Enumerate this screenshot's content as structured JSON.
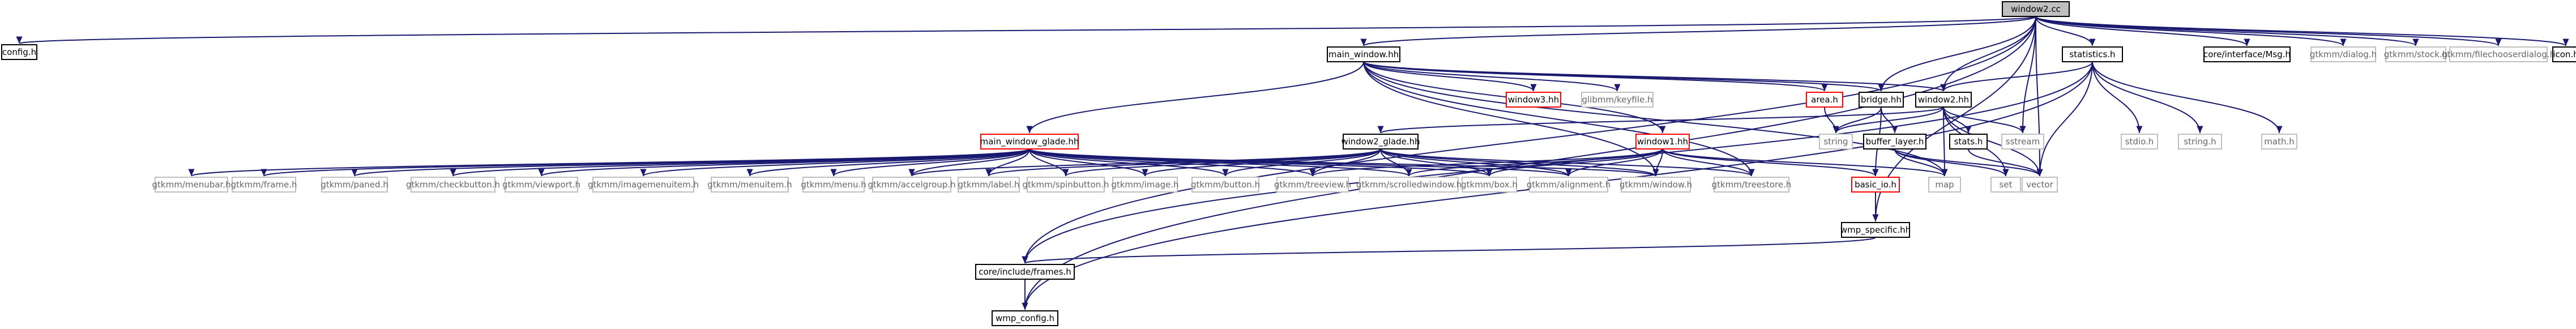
{
  "colors": {
    "edge": "#191970",
    "documented_border": "#000000",
    "undocumented_border": "#ff0000",
    "external_border": "#bfbfbf",
    "root_fill": "#bfbfbf",
    "text": "#000000",
    "external_text": "#666666"
  },
  "nodes": [
    {
      "id": "root",
      "label": "window2.cc",
      "kind": "root"
    },
    {
      "id": "config",
      "label": "config.h",
      "kind": "documented"
    },
    {
      "id": "main_window",
      "label": "main_window.hh",
      "kind": "documented"
    },
    {
      "id": "statistics",
      "label": "statistics.h",
      "kind": "documented"
    },
    {
      "id": "core_msg",
      "label": "core/interface/Msg.h",
      "kind": "documented"
    },
    {
      "id": "gtkmm_dialog",
      "label": "gtkmm/dialog.h",
      "kind": "external"
    },
    {
      "id": "gtkmm_stock",
      "label": "gtkmm/stock.h",
      "kind": "external"
    },
    {
      "id": "gtkmm_filechooser",
      "label": "gtkmm/filechooserdialog.h",
      "kind": "external"
    },
    {
      "id": "icon",
      "label": "icon.h",
      "kind": "documented"
    },
    {
      "id": "window3",
      "label": "window3.hh",
      "kind": "undocumented"
    },
    {
      "id": "glibmm_keyfile",
      "label": "glibmm/keyfile.h",
      "kind": "external"
    },
    {
      "id": "area",
      "label": "area.h",
      "kind": "undocumented"
    },
    {
      "id": "bridge",
      "label": "bridge.hh",
      "kind": "documented"
    },
    {
      "id": "window2_hh",
      "label": "window2.hh",
      "kind": "documented"
    },
    {
      "id": "stdio",
      "label": "stdio.h",
      "kind": "external"
    },
    {
      "id": "string_h",
      "label": "string.h",
      "kind": "external"
    },
    {
      "id": "math",
      "label": "math.h",
      "kind": "external"
    },
    {
      "id": "main_window_glade",
      "label": "main_window_glade.hh",
      "kind": "undocumented"
    },
    {
      "id": "window2_glade",
      "label": "window2_glade.hh",
      "kind": "documented"
    },
    {
      "id": "window1",
      "label": "window1.hh",
      "kind": "undocumented"
    },
    {
      "id": "string",
      "label": "string",
      "kind": "external"
    },
    {
      "id": "buffer_layer",
      "label": "buffer_layer.h",
      "kind": "documented"
    },
    {
      "id": "stats",
      "label": "stats.h",
      "kind": "documented"
    },
    {
      "id": "sstream",
      "label": "sstream",
      "kind": "external"
    },
    {
      "id": "gtkmm_menubar",
      "label": "gtkmm/menubar.h",
      "kind": "external"
    },
    {
      "id": "gtkmm_frame",
      "label": "gtkmm/frame.h",
      "kind": "external"
    },
    {
      "id": "gtkmm_paned",
      "label": "gtkmm/paned.h",
      "kind": "external"
    },
    {
      "id": "gtkmm_checkbutton",
      "label": "gtkmm/checkbutton.h",
      "kind": "external"
    },
    {
      "id": "gtkmm_viewport",
      "label": "gtkmm/viewport.h",
      "kind": "external"
    },
    {
      "id": "gtkmm_imagemenuitem",
      "label": "gtkmm/imagemenuitem.h",
      "kind": "external"
    },
    {
      "id": "gtkmm_menuitem",
      "label": "gtkmm/menuitem.h",
      "kind": "external"
    },
    {
      "id": "gtkmm_menu",
      "label": "gtkmm/menu.h",
      "kind": "external"
    },
    {
      "id": "gtkmm_accelgroup",
      "label": "gtkmm/accelgroup.h",
      "kind": "external"
    },
    {
      "id": "gtkmm_label",
      "label": "gtkmm/label.h",
      "kind": "external"
    },
    {
      "id": "gtkmm_spinbutton",
      "label": "gtkmm/spinbutton.h",
      "kind": "external"
    },
    {
      "id": "gtkmm_image",
      "label": "gtkmm/image.h",
      "kind": "external"
    },
    {
      "id": "gtkmm_button",
      "label": "gtkmm/button.h",
      "kind": "external"
    },
    {
      "id": "gtkmm_treeview",
      "label": "gtkmm/treeview.h",
      "kind": "external"
    },
    {
      "id": "gtkmm_scrolledwindow",
      "label": "gtkmm/scrolledwindow.h",
      "kind": "external"
    },
    {
      "id": "gtkmm_box",
      "label": "gtkmm/box.h",
      "kind": "external"
    },
    {
      "id": "gtkmm_alignment",
      "label": "gtkmm/alignment.h",
      "kind": "external"
    },
    {
      "id": "gtkmm_window",
      "label": "gtkmm/window.h",
      "kind": "external"
    },
    {
      "id": "gtkmm_treestore",
      "label": "gtkmm/treestore.h",
      "kind": "external"
    },
    {
      "id": "basic_io",
      "label": "basic_io.h",
      "kind": "undocumented"
    },
    {
      "id": "map",
      "label": "map",
      "kind": "external"
    },
    {
      "id": "set",
      "label": "set",
      "kind": "external"
    },
    {
      "id": "vector",
      "label": "vector",
      "kind": "external"
    },
    {
      "id": "wmp_specific",
      "label": "wmp_specific.hh",
      "kind": "documented"
    },
    {
      "id": "core_frames",
      "label": "core/include/frames.h",
      "kind": "documented"
    },
    {
      "id": "wmp_config",
      "label": "wmp_config.h",
      "kind": "documented"
    }
  ],
  "edges": [
    [
      "root",
      "config"
    ],
    [
      "root",
      "main_window"
    ],
    [
      "root",
      "statistics"
    ],
    [
      "root",
      "core_msg"
    ],
    [
      "root",
      "gtkmm_dialog"
    ],
    [
      "root",
      "gtkmm_stock"
    ],
    [
      "root",
      "gtkmm_filechooser"
    ],
    [
      "root",
      "icon"
    ],
    [
      "root",
      "bridge"
    ],
    [
      "root",
      "window2_hh"
    ],
    [
      "root",
      "sstream"
    ],
    [
      "root",
      "vector"
    ],
    [
      "root",
      "core_frames"
    ],
    [
      "root",
      "wmp_config"
    ],
    [
      "root",
      "wmp_specific"
    ],
    [
      "main_window",
      "window3"
    ],
    [
      "main_window",
      "glibmm_keyfile"
    ],
    [
      "main_window",
      "area"
    ],
    [
      "main_window",
      "bridge"
    ],
    [
      "main_window",
      "window2_hh"
    ],
    [
      "main_window",
      "window1"
    ],
    [
      "main_window",
      "main_window_glade"
    ],
    [
      "main_window",
      "gtkmm_treestore"
    ],
    [
      "main_window",
      "map"
    ],
    [
      "main_window",
      "gtkmm_window"
    ],
    [
      "statistics",
      "stdio"
    ],
    [
      "statistics",
      "string_h"
    ],
    [
      "statistics",
      "math"
    ],
    [
      "statistics",
      "vector"
    ],
    [
      "statistics",
      "window2_hh"
    ],
    [
      "statistics",
      "core_frames"
    ],
    [
      "statistics",
      "wmp_config"
    ],
    [
      "area",
      "string"
    ],
    [
      "bridge",
      "string"
    ],
    [
      "bridge",
      "buffer_layer"
    ],
    [
      "bridge",
      "basic_io"
    ],
    [
      "buffer_layer",
      "map"
    ],
    [
      "buffer_layer",
      "set"
    ],
    [
      "buffer_layer",
      "vector"
    ],
    [
      "window2_hh",
      "window2_glade"
    ],
    [
      "window2_hh",
      "string"
    ],
    [
      "window2_hh",
      "stats"
    ],
    [
      "window2_hh",
      "sstream"
    ],
    [
      "window2_hh",
      "set"
    ],
    [
      "window2_hh",
      "vector"
    ],
    [
      "window2_hh",
      "map"
    ],
    [
      "stats",
      "vector"
    ],
    [
      "main_window_glade",
      "gtkmm_menubar"
    ],
    [
      "main_window_glade",
      "gtkmm_frame"
    ],
    [
      "main_window_glade",
      "gtkmm_paned"
    ],
    [
      "main_window_glade",
      "gtkmm_checkbutton"
    ],
    [
      "main_window_glade",
      "gtkmm_viewport"
    ],
    [
      "main_window_glade",
      "gtkmm_imagemenuitem"
    ],
    [
      "main_window_glade",
      "gtkmm_menuitem"
    ],
    [
      "main_window_glade",
      "gtkmm_menu"
    ],
    [
      "main_window_glade",
      "gtkmm_accelgroup"
    ],
    [
      "main_window_glade",
      "gtkmm_label"
    ],
    [
      "main_window_glade",
      "gtkmm_spinbutton"
    ],
    [
      "main_window_glade",
      "gtkmm_image"
    ],
    [
      "main_window_glade",
      "gtkmm_button"
    ],
    [
      "main_window_glade",
      "gtkmm_treeview"
    ],
    [
      "main_window_glade",
      "gtkmm_scrolledwindow"
    ],
    [
      "main_window_glade",
      "gtkmm_box"
    ],
    [
      "main_window_glade",
      "gtkmm_alignment"
    ],
    [
      "main_window_glade",
      "gtkmm_window"
    ],
    [
      "window2_glade",
      "gtkmm_accelgroup"
    ],
    [
      "window2_glade",
      "gtkmm_label"
    ],
    [
      "window2_glade",
      "gtkmm_spinbutton"
    ],
    [
      "window2_glade",
      "gtkmm_image"
    ],
    [
      "window2_glade",
      "gtkmm_button"
    ],
    [
      "window2_glade",
      "gtkmm_treeview"
    ],
    [
      "window2_glade",
      "gtkmm_scrolledwindow"
    ],
    [
      "window2_glade",
      "gtkmm_box"
    ],
    [
      "window2_glade",
      "gtkmm_alignment"
    ],
    [
      "window2_glade",
      "gtkmm_window"
    ],
    [
      "window2_glade",
      "gtkmm_treestore"
    ],
    [
      "window1",
      "gtkmm_treeview"
    ],
    [
      "window1",
      "gtkmm_scrolledwindow"
    ],
    [
      "window1",
      "gtkmm_box"
    ],
    [
      "window1",
      "gtkmm_alignment"
    ],
    [
      "window1",
      "gtkmm_window"
    ],
    [
      "window1",
      "gtkmm_treestore"
    ],
    [
      "window1",
      "basic_io"
    ],
    [
      "window1",
      "map"
    ],
    [
      "basic_io",
      "wmp_specific"
    ],
    [
      "wmp_specific",
      "core_frames"
    ],
    [
      "core_frames",
      "wmp_config"
    ]
  ]
}
